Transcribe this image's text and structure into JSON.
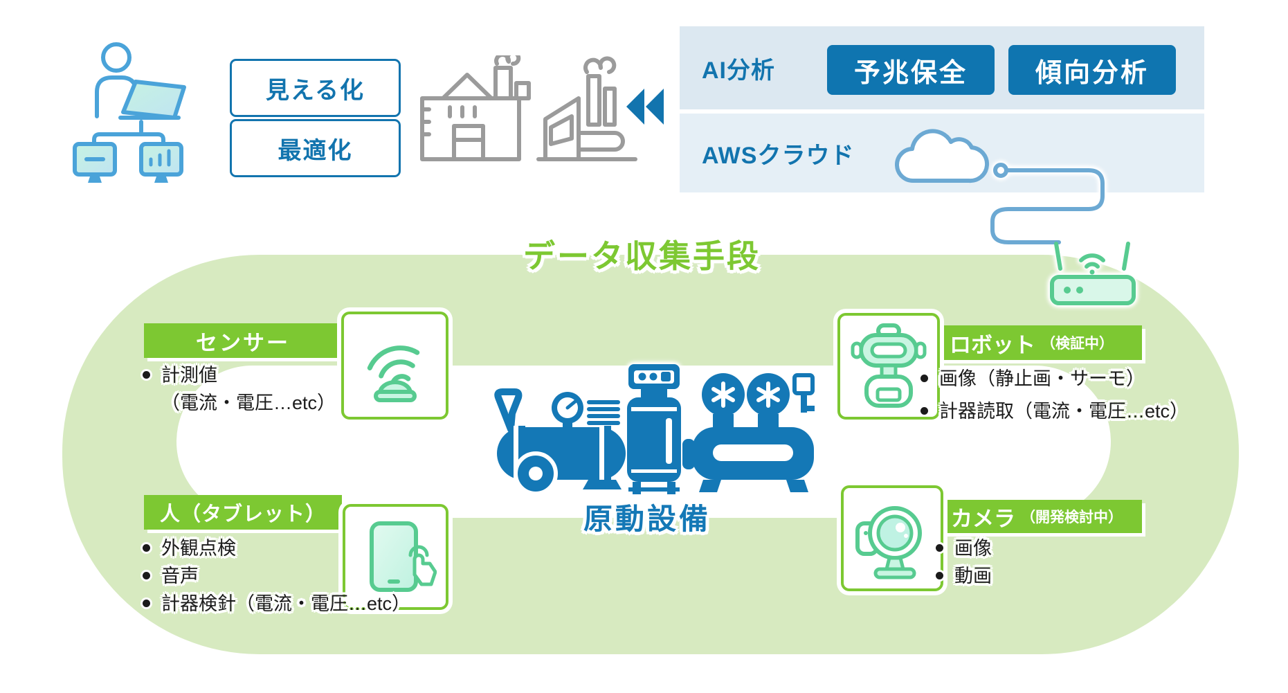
{
  "colors": {
    "primary_blue": "#0f75b0",
    "diagram_blue_text": "#1274ae",
    "machine_blue": "#1478b6",
    "panel_bg_top": "#dce8f1",
    "panel_bg_bottom": "#e5eff6",
    "cloud_stroke_blue": "#6ca9d3",
    "accent_green": "#7dc832",
    "light_green_blob": "#d7eac0",
    "mint_stroke": "#57cb90",
    "mint_fill": "#c9f5e2",
    "factory_gray": "#9b9b9b",
    "text_black": "#1b1b1b"
  },
  "top_left": {
    "visualize": "見える化",
    "optimize": "最適化"
  },
  "aws_panel": {
    "ai_label": "AI分析",
    "btn_predictive": "予兆保全",
    "btn_trend": "傾向分析",
    "cloud_label": "AWSクラウド"
  },
  "collection": {
    "title": "データ収集手段",
    "sensor": {
      "label": "センサー",
      "bullet_main": "計測値",
      "bullet_sub": "（電流・電圧…etc）"
    },
    "human": {
      "label": "人（タブレット）",
      "bullets": [
        "外観点検",
        "音声",
        "計器検針（電流・電圧…etc）"
      ]
    },
    "robot": {
      "label": "ロボット",
      "status": "（検証中）",
      "bullets": [
        "画像（静止画・サーモ）",
        "計器読取（電流・電圧…etc）"
      ]
    },
    "camera": {
      "label": "カメラ",
      "status": "（開発検討中）",
      "bullets": [
        "画像",
        "動画"
      ]
    },
    "equipment_label": "原動設備"
  },
  "icons": [
    "person-workstation-icon",
    "factory-icon",
    "rewind-arrows-icon",
    "cloud-icon",
    "router-icon",
    "wifi-sensor-icon",
    "tablet-icon",
    "robot-icon",
    "webcam-icon",
    "compressor-machines-icon"
  ]
}
